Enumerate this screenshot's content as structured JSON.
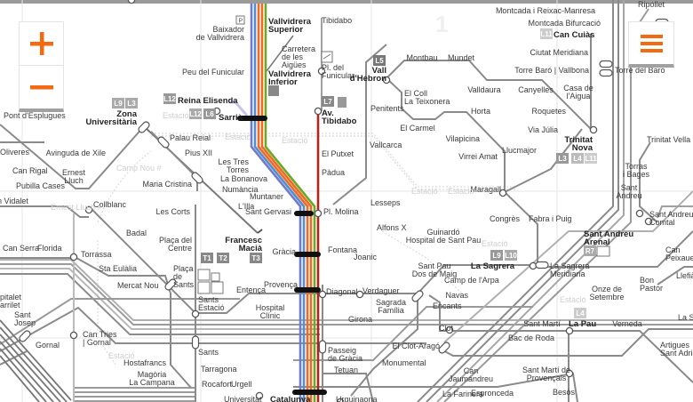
{
  "map": {
    "zone_number": "1",
    "ghost_labels": [
      "Estació",
      "Estació",
      "Estació",
      "Estació",
      "Estació",
      "Estació",
      "Estació",
      "Estació",
      "Camp Nou #",
      "Ernest Lluch #"
    ],
    "stations": [
      [
        "Pont d'Esplugues"
      ],
      [
        "Oliveres"
      ],
      [
        "Can Rigal"
      ],
      [
        "Pubilla Cases"
      ],
      [
        "n Vidalet"
      ],
      [
        "Avinguda de Xile"
      ],
      [
        "Ernest",
        "Lluch"
      ],
      [
        "Zona",
        "Universitària"
      ],
      [
        "Palau Reial"
      ],
      [
        "Pius XII"
      ],
      [
        "Maria Cristina"
      ],
      [
        "Numància"
      ],
      [
        "Les Tres",
        "Torres"
      ],
      [
        "La Bonanova"
      ],
      [
        "Muntaner"
      ],
      [
        "L'Illa"
      ],
      [
        "Les Corts"
      ],
      [
        "Collblanc"
      ],
      [
        "Badal"
      ],
      [
        "Plaça del",
        "Centre"
      ],
      [
        "Francesc",
        "Macià"
      ],
      [
        "Florida"
      ],
      [
        "Can Serra"
      ],
      [
        "Torrassa"
      ],
      [
        "Sta Eulàlia"
      ],
      [
        "Mercat Nou"
      ],
      [
        "Plaça",
        "de",
        "Sants"
      ],
      [
        "Sants",
        "Estació"
      ],
      [
        "Entença"
      ],
      [
        "Hospital",
        "Clínic"
      ],
      [
        "Provença"
      ],
      [
        "Diagonal"
      ],
      [
        "Gràcia"
      ],
      [
        "Fontana"
      ],
      [
        "Sant Gervasi"
      ],
      [
        "Pl. Molina"
      ],
      [
        "Can Tries",
        "| Gornal"
      ],
      [
        "Gornal"
      ],
      [
        "Sant",
        "Josep"
      ],
      [
        "pitalet",
        "arrilet"
      ],
      [
        "Sants"
      ],
      [
        "Hostafrancs"
      ],
      [
        "Tarragona"
      ],
      [
        "Magòria",
        "La Campana"
      ],
      [
        "Rocafort"
      ],
      [
        "Urgell"
      ],
      [
        "Universitat"
      ],
      [
        "Catalunya"
      ],
      [
        "Urquinaona"
      ],
      [
        "Passeig",
        "de Gràcia"
      ],
      [
        "Tetuan"
      ],
      [
        "Verdaguer"
      ],
      [
        "Girona"
      ],
      [
        "Joanic"
      ],
      [
        "Alfons X"
      ],
      [
        "Guinardó",
        "Hospital de Sant Pau"
      ],
      [
        "Lesseps"
      ],
      [
        "Vallcarca"
      ],
      [
        "Penitents"
      ],
      [
        "El Putxet"
      ],
      [
        "Pàdua"
      ],
      [
        "Av.",
        "Tibidabo"
      ],
      [
        "Pl. del",
        "Funicular"
      ],
      [
        "Tibidabo"
      ],
      [
        "Vallvidrera",
        "Superior"
      ],
      [
        "Carretera",
        "de les",
        "Aigües"
      ],
      [
        "Vallvidrera",
        "Inferior"
      ],
      [
        "Peu del Funicular"
      ],
      [
        "Baixador",
        "de Vallvidrera"
      ],
      [
        "Reina Elisenda"
      ],
      [
        "Sarrià"
      ],
      [
        "Vall",
        "d'Hebron"
      ],
      [
        "Montbau"
      ],
      [
        "Mundet"
      ],
      [
        "El Coll",
        "La Teixonera"
      ],
      [
        "El Carmel"
      ],
      [
        "Horta"
      ],
      [
        "Valldaura"
      ],
      [
        "Canyelles"
      ],
      [
        "Vilapicina"
      ],
      [
        "Virrei Amat"
      ],
      [
        "Llucmajor"
      ],
      [
        "Maragall"
      ],
      [
        "Congrès"
      ],
      [
        "Fabra i Puig"
      ],
      [
        "Roquetes"
      ],
      [
        "Via Júlia"
      ],
      [
        "Trinitat",
        "Nova"
      ],
      [
        "Casa de",
        "l'Aigua"
      ],
      [
        "Torre Baró | Vallbona"
      ],
      [
        "Torre del Baró"
      ],
      [
        "Ciutat Meridiana"
      ],
      [
        "Can Cuiàs"
      ],
      [
        "Montcada i Reixac-Manresa"
      ],
      [
        "Ripollet"
      ],
      [
        "Montcada Bifurcació"
      ],
      [
        "Trinitat Vella"
      ],
      [
        "Torras",
        "i Bages"
      ],
      [
        "Sant",
        "Andreu"
      ],
      [
        "Sant Andreu",
        "Comtal"
      ],
      [
        "Sant Andreu",
        "Arenal"
      ],
      [
        "La Sagrera"
      ],
      [
        "La Sagrera",
        "Meridiana"
      ],
      [
        "Sant Pau",
        "Dos de Maig"
      ],
      [
        "Camp de l'Arpa"
      ],
      [
        "Navas"
      ],
      [
        "Sagrada",
        "Família"
      ],
      [
        "Encants"
      ],
      [
        "Clot"
      ],
      [
        "El Clot-Aragó"
      ],
      [
        "Monumental"
      ],
      [
        "Bac de Roda"
      ],
      [
        "Sant Martí"
      ],
      [
        "La Pau"
      ],
      [
        "Verneda"
      ],
      [
        "Onze de",
        "Setembre"
      ],
      [
        "Bon",
        "Pastor"
      ],
      [
        "Can",
        "Peixauet"
      ],
      [
        "Llefià"
      ],
      [
        "La S"
      ],
      [
        "Artigues",
        "Sant Adrià"
      ],
      [
        "Can",
        "Jaumandreu"
      ],
      [
        "Sant Martí de",
        "Provençals"
      ],
      [
        "La Farinera"
      ],
      [
        "Espronceda"
      ],
      [
        "Besòs"
      ]
    ],
    "badges": [
      "L9",
      "L3",
      "L12",
      "L12",
      "L6",
      "L5",
      "L7",
      "L11",
      "L3",
      "L4",
      "L11",
      "L9",
      "L10",
      "R7",
      "L4",
      "T1",
      "T2",
      "T3"
    ],
    "line_colors": {
      "l6_violet": "#6f7cc7",
      "l7_blue": "#4f8fd8",
      "s1_orange": "#f26a21",
      "s2_green": "#6aaa2a",
      "l7_red": "#b5241b",
      "metro_gray": "#8a8a8a",
      "accent": "#f36a10"
    }
  },
  "controls": {
    "zoom_in": "+",
    "zoom_out": "−"
  }
}
